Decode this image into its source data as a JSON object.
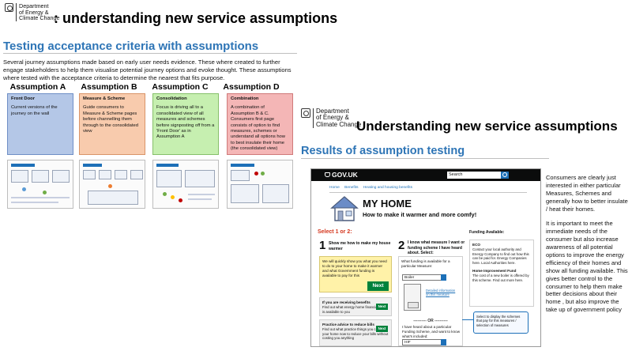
{
  "left_slide": {
    "logo": {
      "line1": "Department",
      "line2": "of Energy &",
      "line3": "Climate Change"
    },
    "title": ": understanding new service assumptions",
    "subtitle": "Testing acceptance criteria with assumptions",
    "intro": "Several journey assumptions made based on early user needs evidence.  These where created to further engage stakeholders to help them visualise potential journey options and evoke thought. These assumptions where tested with the acceptance criteria to determine the nearest that fits purpose.",
    "assumptions": [
      {
        "header": "Assumption A",
        "title": "Front Door",
        "body": "Current versions of the journey on the wall",
        "color": "#b4c7e7",
        "border": "#6f8fc6"
      },
      {
        "header": "Assumption B",
        "title": "Measure & Scheme",
        "body": "Guide consumers to Measure & Scheme pages before channelling them through to the consolidated view",
        "color": "#f8cbad",
        "border": "#d99468"
      },
      {
        "header": "Assumption C",
        "title": "Consolidation",
        "body": "Focus is driving all to a consolidated view of all measures and schemes before signposting off from a 'Front Door' as in Assumption A",
        "color": "#c6efb0",
        "border": "#86c06a"
      },
      {
        "header": "Assumption D",
        "title": "Combination",
        "body": "A combination of Assumption B & C. Consumers first page consists of option to find measures, schemes or understand all options how to best insulate their home (the consolidated view)",
        "color": "#f4b6b6",
        "border": "#d07a7a"
      }
    ]
  },
  "right_slide": {
    "logo": {
      "line1": "Department",
      "line2": "of Energy &",
      "line3": "Climate Change"
    },
    "title": "Understanding new service assumptions",
    "subtitle": "Results of assumption testing",
    "mock": {
      "site_name": "GOV.UK",
      "search_text": "Search",
      "breadcrumb": [
        "Home",
        "Benefits",
        "Heating and housing benefits"
      ],
      "heading": "MY HOME",
      "tagline": "How to make it warmer and more comfy!",
      "select_prompt": "Select 1 or 2:",
      "option1_num": "1",
      "option1_text": "Show me how to make my house warmer",
      "option1_yellow": "We will quickly show you what you need to do to your home to make it warmer and what Government funding is available to pay for this",
      "next_label": "Next",
      "benefits_title": "If you are receiving benefits",
      "benefits_text": "Find out what energy home financial help is available to you",
      "advice_title": "Practice advice to reduce bills",
      "advice_text": "Find out what practice things you can do in your home now to reduce your bills without costing you anything",
      "option2_num": "2",
      "option2_text": "I know what measure I want or funding scheme I have heard about.  Select:",
      "measure_prompt": "What funding is available for a particular Measure:",
      "measure_value": "Boiler",
      "detailed_link": "Detailed information on this measure",
      "or_label": "---------- OR ----------",
      "scheme_prompt": "I have heard about a particular Funding Scheme, and want to know what's included:",
      "scheme_value": "HIF",
      "funding_label": "Funding  Available:",
      "eco_title": "ECO",
      "eco_text": "Contact your local authority and Energy Company to find out how this can be paid for.  Energy Companies here.  Local Authorities here.",
      "fund_title": "Home Improvement Fund",
      "fund_text": "The cost of a new boiler is offered by this scheme.  Find out more here.",
      "note": "Select to display the schemes that pay for this measures / selection of measures"
    },
    "bullets": [
      "Consumers are clearly just interested in either particular Measures, Schemes and generally how to better insulate / heat their homes.",
      "It is important to meet the immediate needs of the consumer but also increase awareness of all potential options to improve the energy efficiency of their homes and show all funding available. This gives better control to the consumer to help them make better decisions about their home , but also improve the take up of government policy"
    ]
  }
}
